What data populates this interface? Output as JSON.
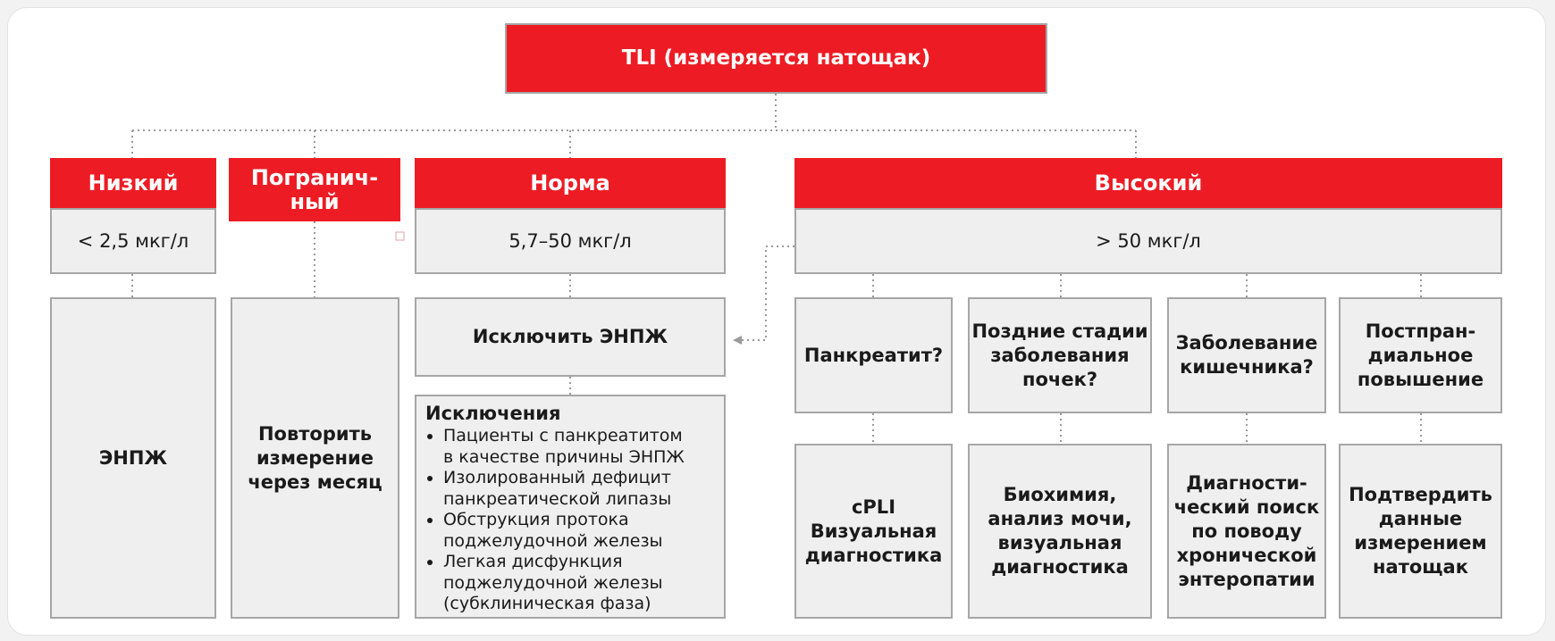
{
  "root": "TLI (измеряется натощак)",
  "categories": {
    "low": {
      "label": "Низкий",
      "range": "< 2,5 мкг/л",
      "action": "ЭНПЖ"
    },
    "borderline": {
      "label": "Погранич-\nный",
      "action": "Повторить\nизмерение\nчерез месяц"
    },
    "normal": {
      "label": "Норма",
      "range": "5,7–50 мкг/л",
      "action": "Исключить ЭНПЖ",
      "exceptions": {
        "title": "Исключения",
        "items": [
          "Пациенты с панкреатитом\nв качестве причины ЭНПЖ",
          "Изолированный дефицит\nпанкреатической липазы",
          "Обструкция протока\nподжелудочной железы",
          "Легкая дисфункция\nподжелудочной железы\n(субклиническая фаза)"
        ]
      }
    },
    "high": {
      "label": "Высокий",
      "range": "> 50 мкг/л",
      "questions": [
        {
          "question": "Панкреатит?",
          "action": "cPLI\nВизуальная\nдиагностика"
        },
        {
          "question": "Поздние стадии\nзаболевания\nпочек?",
          "action": "Биохимия,\nанализ мочи,\nвизуальная\nдиагностика"
        },
        {
          "question": "Заболевание\nкишечника?",
          "action": "Диагности-\nческий поиск\nпо поводу\nхронической\nэнтеропатии"
        },
        {
          "question": "Постпран-\nдиальное\nповышение",
          "action": "Подтвердить\nданные\nизмерением\nнатощак"
        }
      ]
    }
  },
  "colors": {
    "accent_red": "#ed1c24",
    "box_fill": "#efefef",
    "box_border": "#a6a6a6",
    "connector": "#9a9a9a"
  }
}
